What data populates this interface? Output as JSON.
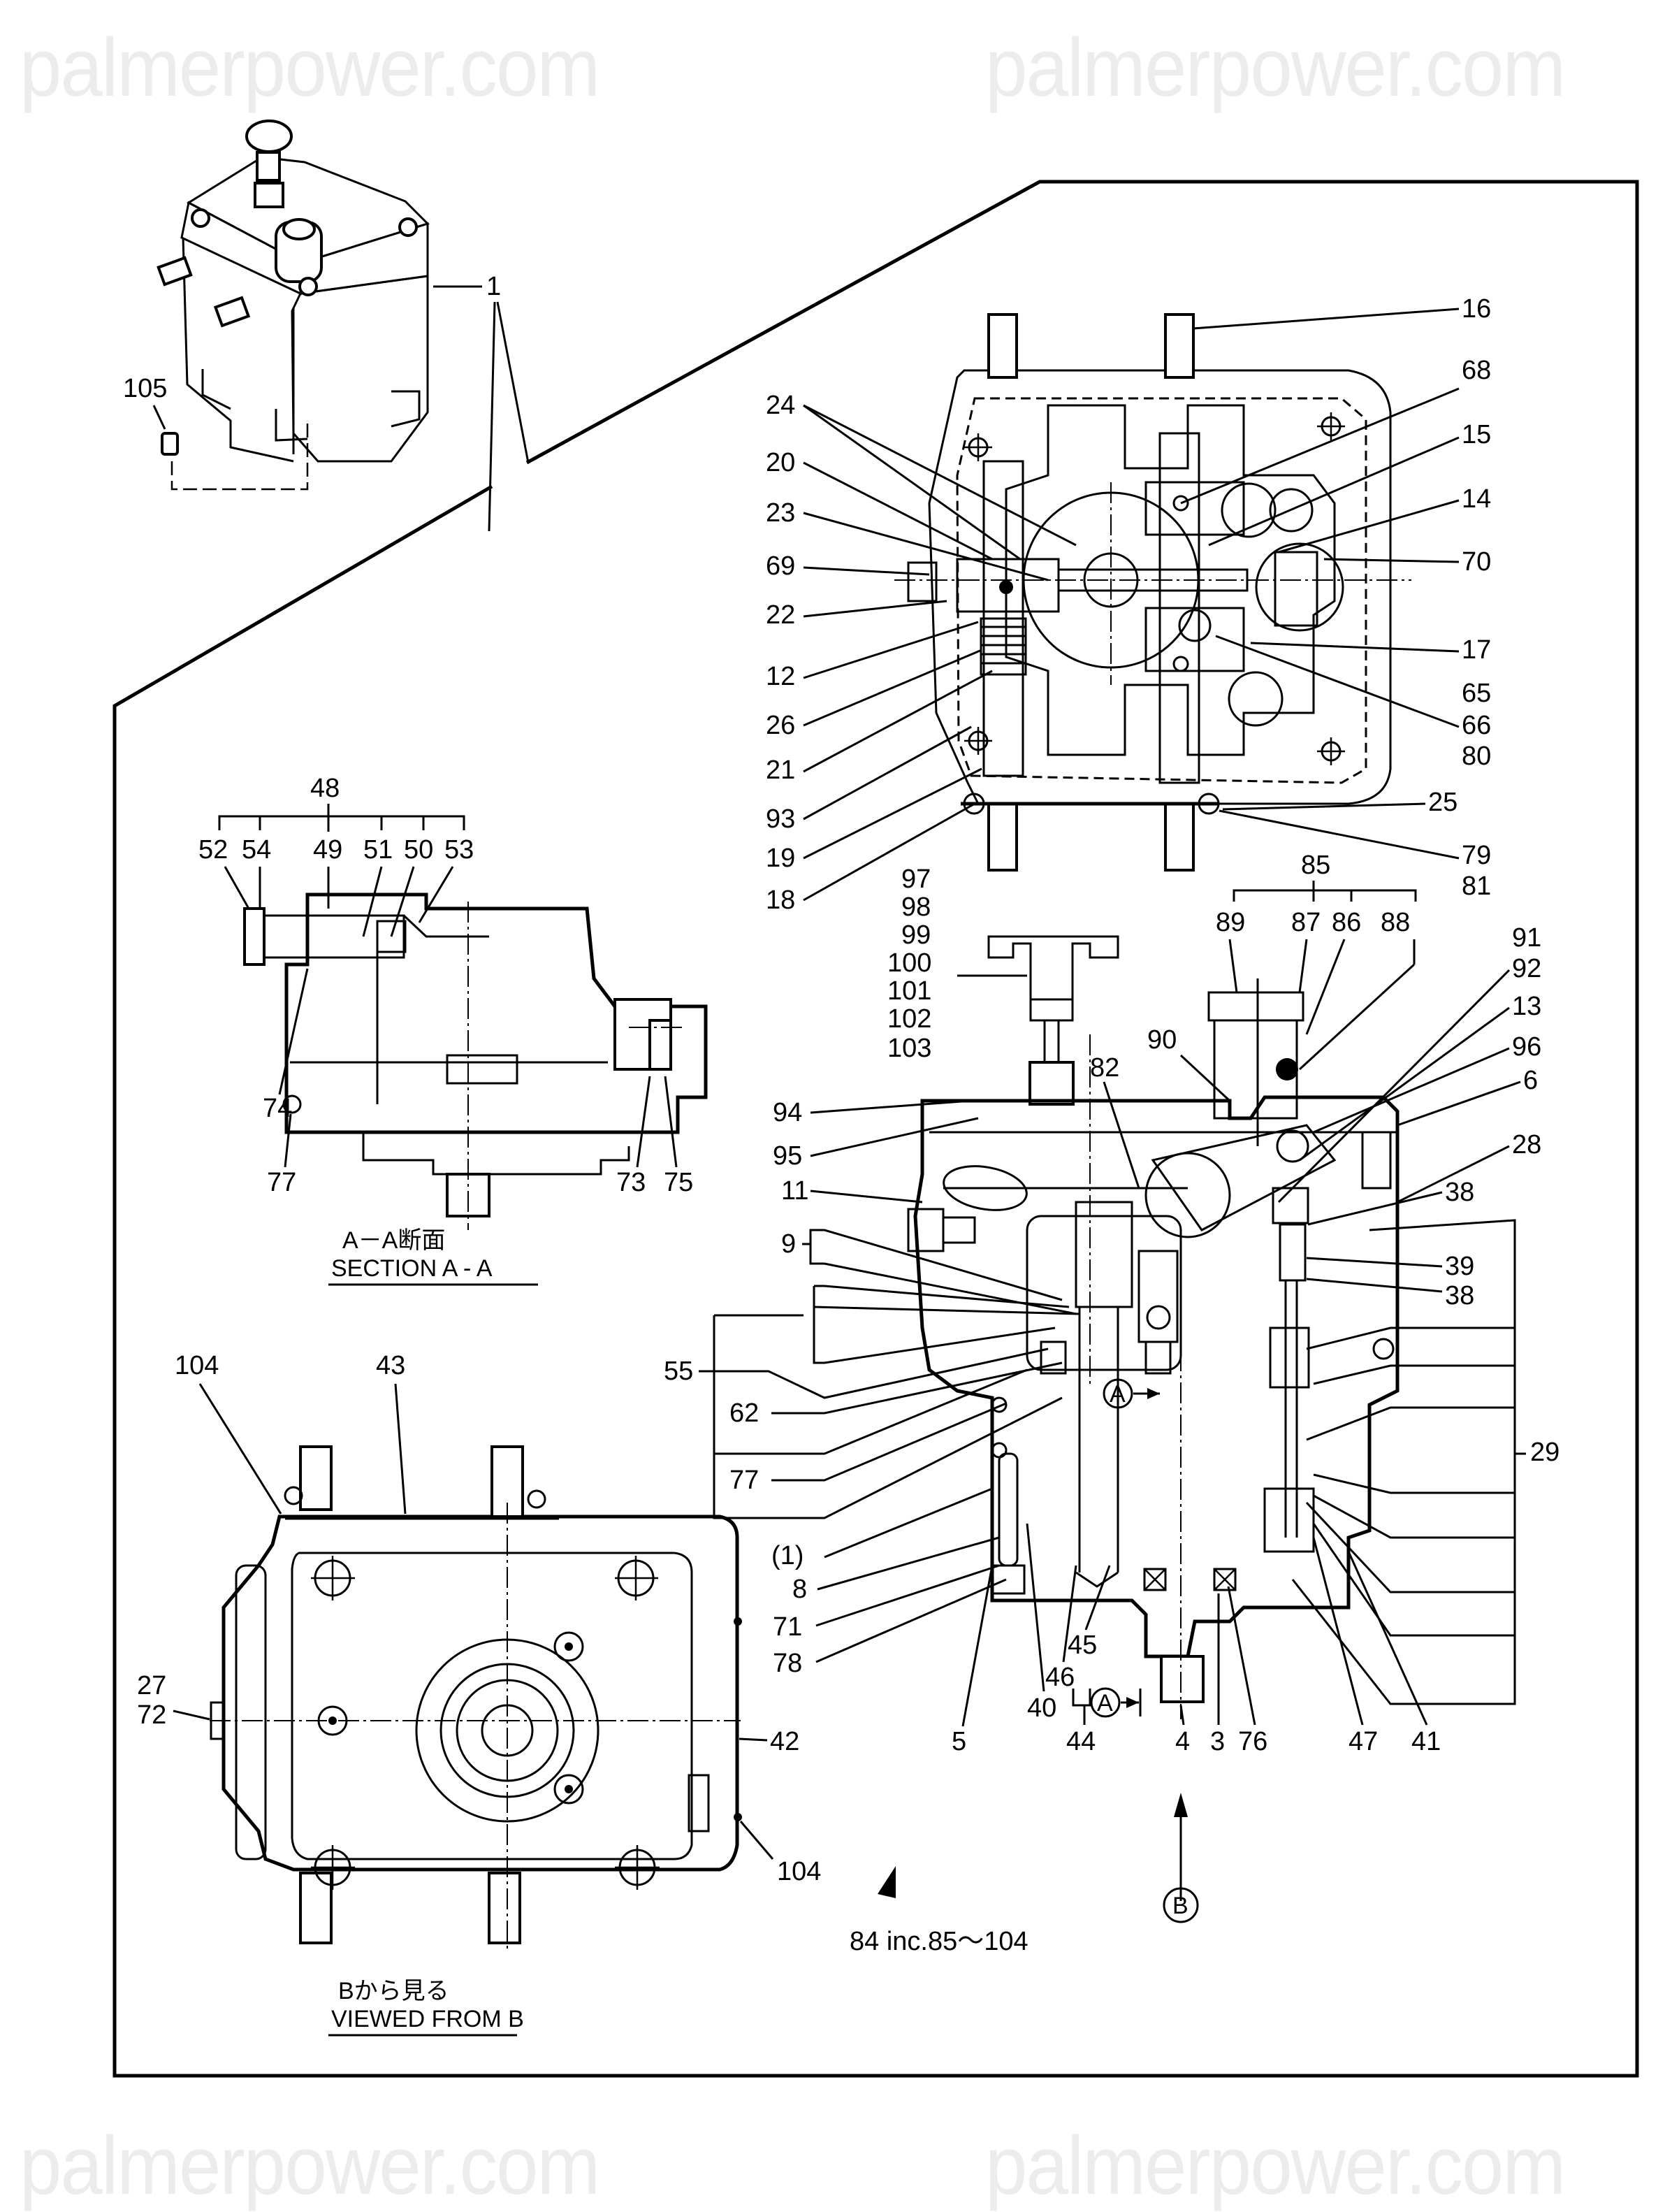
{
  "watermarks": [
    "palmerpower.com",
    "palmerpower.com",
    "palmerpower.com",
    "palmerpower.com"
  ],
  "iso_view": {
    "labels": {
      "l1": "1",
      "l105": "105"
    }
  },
  "top_view": {
    "labels_left": [
      "24",
      "20",
      "23",
      "69",
      "22",
      "12",
      "26",
      "21",
      "93",
      "19",
      "18"
    ],
    "labels_right": [
      "16",
      "68",
      "15",
      "14",
      "70",
      "17",
      "65",
      "66",
      "80",
      "25",
      "79",
      "81"
    ]
  },
  "section_aa": {
    "group_label": "48",
    "group_items": [
      "52",
      "54",
      "49",
      "51",
      "50",
      "53"
    ],
    "labels": {
      "l74": "74",
      "l77": "77",
      "l73": "73",
      "l75": "75"
    },
    "caption_jp": "A－A断面",
    "caption_en": "SECTION A - A"
  },
  "main_view": {
    "stack_left": [
      "97",
      "98",
      "99",
      "100",
      "101",
      "102",
      "103"
    ],
    "group85_label": "85",
    "group85_items": [
      "89",
      "87",
      "86",
      "88"
    ],
    "labels_left": {
      "l94": "94",
      "l95": "95",
      "l11": "11",
      "l9": "9",
      "l55": "55",
      "l62": "62",
      "l77": "77",
      "l1p": "(1)",
      "l8": "8",
      "l71": "71",
      "l78": "78"
    },
    "labels_mid": {
      "l82": "82",
      "l90": "90"
    },
    "labels_right": {
      "l91": "91",
      "l92": "92",
      "l13": "13",
      "l96": "96",
      "l6": "6",
      "l28": "28",
      "l38a": "38",
      "l39": "39",
      "l38b": "38",
      "l29": "29"
    },
    "labels_bottom": {
      "l5": "5",
      "l40": "40",
      "l46": "46",
      "l45": "45",
      "l44": "44",
      "l4": "4",
      "l3": "3",
      "l76": "76",
      "l47": "47",
      "l41": "41"
    },
    "section_marker": "A",
    "view_marker": "B",
    "kit_note": "84 inc.85～104"
  },
  "view_b": {
    "labels": {
      "l104a": "104",
      "l43": "43",
      "l27": "27",
      "l72": "72",
      "l42": "42",
      "l104b": "104"
    },
    "caption_jp": "Bから見る",
    "caption_en": "VIEWED FROM B"
  }
}
